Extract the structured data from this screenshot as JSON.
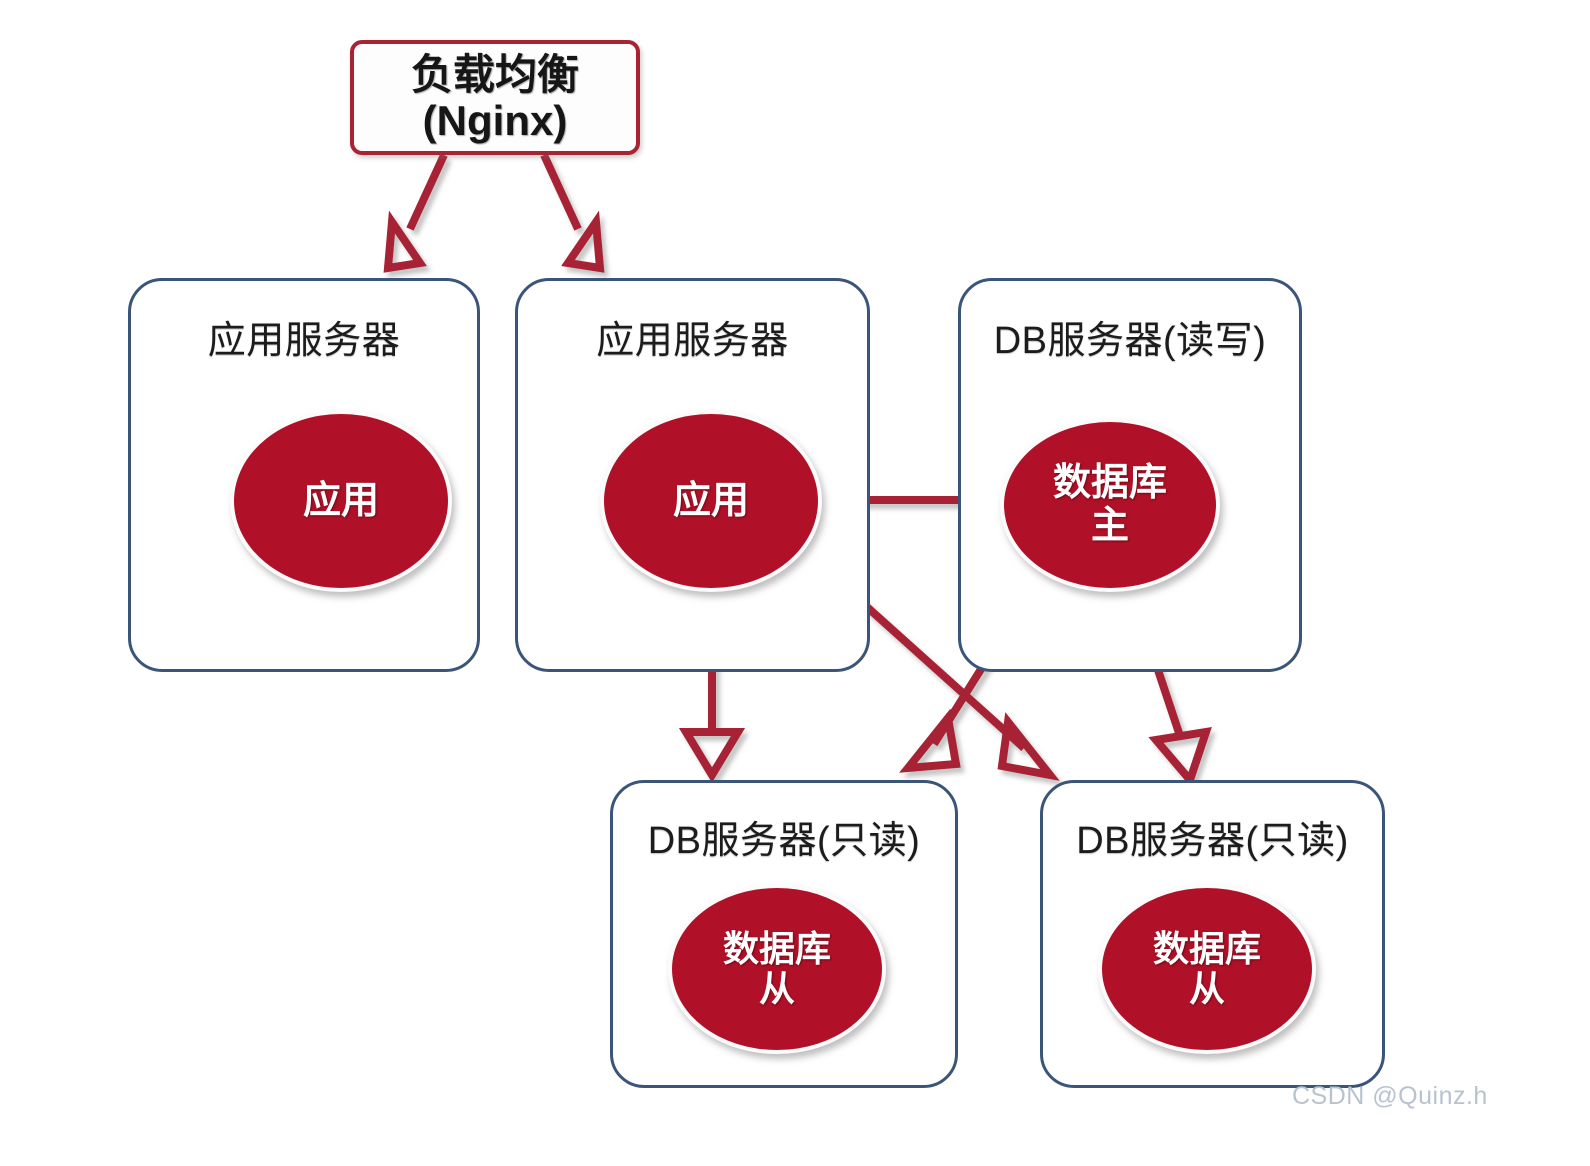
{
  "diagram": {
    "title_text": "负载均衡",
    "colors": {
      "box_border": "#3b5479",
      "lb_border": "#a82334",
      "ellipse_fill": "#b01128",
      "arrow": "#a82334",
      "title_text": "#1c1c1c",
      "watermark": "#b9c2cf",
      "background": "#ffffff"
    }
  },
  "load_balancer": {
    "line1": "负载均衡",
    "line2": "(Nginx)"
  },
  "nodes": [
    {
      "id": "app-server-1",
      "title": "应用服务器",
      "ellipse_line1": "应用",
      "ellipse_line2": ""
    },
    {
      "id": "app-server-2",
      "title": "应用服务器",
      "ellipse_line1": "应用",
      "ellipse_line2": ""
    },
    {
      "id": "db-server-rw",
      "title": "DB服务器(读写)",
      "ellipse_line1": "数据库",
      "ellipse_line2": "主"
    },
    {
      "id": "db-server-ro-1",
      "title": "DB服务器(只读)",
      "ellipse_line1": "数据库",
      "ellipse_line2": "从"
    },
    {
      "id": "db-server-ro-2",
      "title": "DB服务器(只读)",
      "ellipse_line1": "数据库",
      "ellipse_line2": "从"
    }
  ],
  "connections": [
    {
      "from": "load-balancer",
      "to": "app-server-1",
      "style": "open-arrow"
    },
    {
      "from": "load-balancer",
      "to": "app-server-2",
      "style": "open-arrow"
    },
    {
      "from": "app-server-2",
      "to": "db-server-rw",
      "style": "open-arrow"
    },
    {
      "from": "app-server-2",
      "to": "db-server-ro-1",
      "style": "open-arrow"
    },
    {
      "from": "app-server-2",
      "to": "db-server-ro-2",
      "style": "open-arrow"
    },
    {
      "from": "db-server-rw",
      "to": "db-server-ro-1",
      "style": "open-arrow"
    },
    {
      "from": "db-server-rw",
      "to": "db-server-ro-2",
      "style": "open-arrow"
    }
  ],
  "watermark": {
    "text": "CSDN @Quinz.h"
  }
}
